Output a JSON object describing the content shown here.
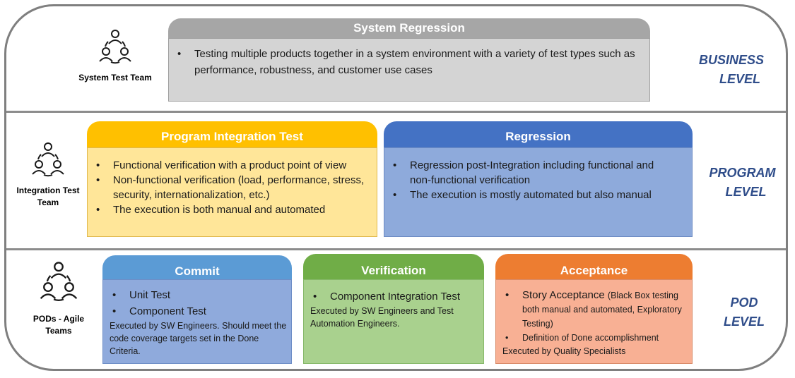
{
  "levels": {
    "business": {
      "level_line1": "BUSINESS",
      "level_line2": "LEVEL",
      "team_label": "System Test Team",
      "card": {
        "title": "System Regression",
        "bullets": [
          "Testing multiple products together in a system environment with a variety of test types such as performance, robustness, and customer use cases"
        ]
      }
    },
    "program": {
      "level_line1": "PROGRAM",
      "level_line2": "LEVEL",
      "team_label_line1": "Integration Test",
      "team_label_line2": "Team",
      "cards": [
        {
          "title": "Program Integration Test",
          "bullets": [
            "Functional verification with a product point of view",
            "Non-functional verification (load, performance, stress, security, internationalization, etc.)",
            "The execution is both manual and automated"
          ]
        },
        {
          "title": "Regression",
          "bullets": [
            "Regression post-Integration including functional and non-functional verification",
            "The execution is mostly automated but also manual"
          ]
        }
      ]
    },
    "pod": {
      "level_line1": "POD",
      "level_line2": "LEVEL",
      "team_label_line1": "PODs - Agile",
      "team_label_line2": "Teams",
      "cards": [
        {
          "title": "Commit",
          "bullets": [
            "Unit Test",
            "Component Test"
          ],
          "note": "Executed by SW Engineers. Should meet the code coverage targets set in the Done Criteria."
        },
        {
          "title": "Verification",
          "bullets": [
            "Component Integration Test"
          ],
          "note": "Executed by SW Engineers and Test Automation Engineers."
        },
        {
          "title": "Acceptance",
          "bullet1_main": "Story Acceptance",
          "bullet1_detail": "(Black Box testing both manual and automated, Exploratory Testing)",
          "bullet2": "Definition of Done accomplishment",
          "note": "Executed by Quality Specialists"
        }
      ]
    }
  },
  "colors": {
    "gray_head": "#a6a6a6",
    "gray_body": "#d4d4d4",
    "yellow_head": "#ffc000",
    "yellow_body": "#ffe699",
    "blue_head": "#4472c4",
    "blue_body": "#8eaadb",
    "lightblue_head": "#5b9bd5",
    "lightblue_body": "#8faadc",
    "green_head": "#70ad47",
    "green_body": "#a9d18e",
    "orange_head": "#ed7d31",
    "orange_body": "#f8b094",
    "level_text": "#2f4d8a"
  },
  "icons": {
    "team": "people-group-icon"
  }
}
